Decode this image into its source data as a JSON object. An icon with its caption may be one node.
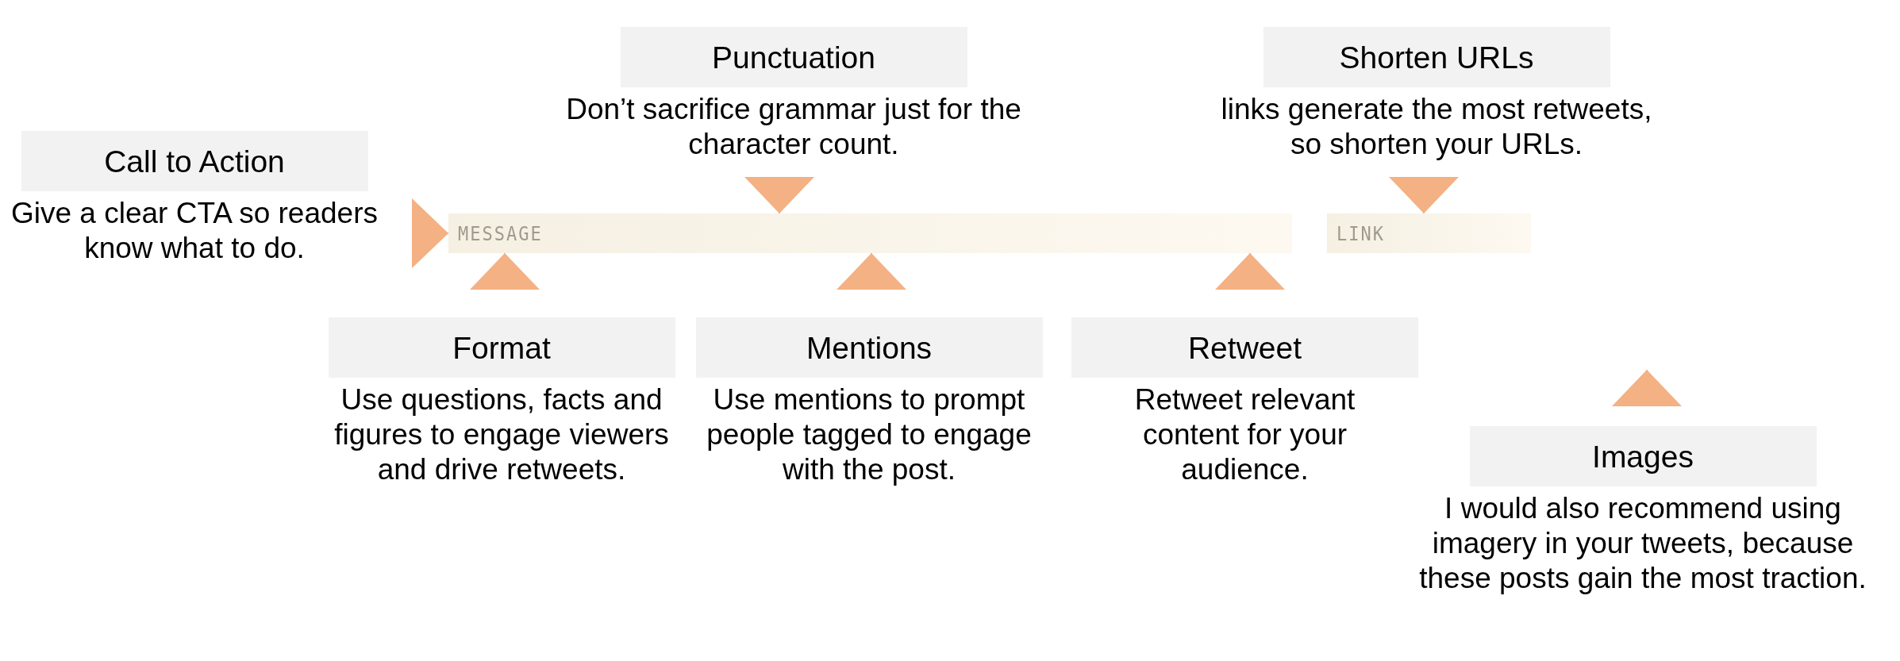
{
  "diagram": {
    "nodes": [
      {
        "text": [
          "Call to Action",
          "Give a clear CTA so readers know what to do."
        ]
      },
      {
        "text": [
          "Punctuation",
          "Don’t sacrifice grammar just for the character count."
        ]
      },
      {
        "text": [
          "Shorten URLs",
          "links generate the most retweets, so shorten your URLs."
        ]
      },
      {
        "text": [
          "MESSAGE"
        ]
      },
      {
        "text": [
          "LINK"
        ]
      },
      {
        "text": [
          "Format",
          "Use questions, facts and figures to engage viewers and drive retweets."
        ]
      },
      {
        "text": [
          "Mentions",
          "Use mentions to prompt people tagged to engage with the post."
        ]
      },
      {
        "text": [
          "Retweet",
          "Retweet relevant content for your audience."
        ]
      },
      {
        "text": [
          "Images",
          "I would also recommend using imagery in your tweets, because these posts gain the most traction."
        ]
      }
    ],
    "edges": [
      {
        "from": 0,
        "to": 3,
        "arrow": "to"
      },
      {
        "from": 1,
        "to": 3,
        "arrow": "to"
      },
      {
        "from": 2,
        "to": 4,
        "arrow": "to"
      },
      {
        "from": 5,
        "to": 3,
        "arrow": "to"
      },
      {
        "from": 6,
        "to": 3,
        "arrow": "to"
      },
      {
        "from": 7,
        "to": 3,
        "arrow": "to"
      },
      {
        "from": 8,
        "to": null,
        "arrow": "to"
      }
    ]
  }
}
